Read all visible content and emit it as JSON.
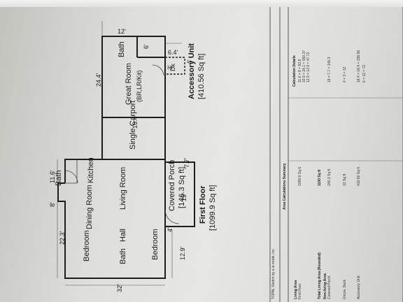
{
  "plan": {
    "floor_title": "First Floor",
    "floor_area": "[1099.9 Sq ft]",
    "porch_title": "Covered Porch",
    "porch_area": "[146.3 Sq ft]",
    "accessory_title": "Accessory Unit",
    "accessory_area": "[410.56 Sq ft]",
    "rooms": {
      "bath_top": "Bath",
      "kitchen": "Kitchen",
      "dining": "Dining Room",
      "living": "Living Room",
      "bedroom_left": "Bedroom",
      "hall": "Hall",
      "bath_left": "Bath",
      "bedroom_bottom": "Bedroom",
      "carport": "Single Carport",
      "great_room": "Great Room",
      "great_room_sub": "(BR,LR/Kit)",
      "bath_acc": "Bath",
      "deck": "Dk"
    },
    "dims": {
      "d11_6": "11.6'",
      "d8": "8'",
      "d22_3": "22.3'",
      "d32": "32'",
      "d12_9": "12.9'",
      "d4": "4'",
      "d19": "19'",
      "d7_7": "7.7'",
      "d18_4": "18.4'",
      "d24_4": "24.4'",
      "d12": "12'",
      "d6": "6'",
      "d6_4": "6.4'",
      "d4b": "4'",
      "d3": "3'"
    }
  },
  "summary": {
    "title": "Area Calculations Summary",
    "source": "TOPAL Sketch by a la mode, inc.",
    "col_calc": "Calculation Details",
    "rows": [
      {
        "name": "Living Area",
        "bold": true,
        "value": "",
        "calc": ""
      },
      {
        "name": "First Floor",
        "bold": false,
        "value": "1099.9 Sq ft",
        "calc": "11.6 × 8 = 92.8"
      },
      {
        "name": "",
        "bold": false,
        "value": "",
        "calc": "33.9 × 28.1 = 950.37"
      },
      {
        "name": "",
        "bold": false,
        "value": "",
        "calc": "12.9 × 12.9 = 47.73"
      },
      {
        "name": "Total Living Area (Rounded):",
        "bold": true,
        "value": "1100 Sq ft",
        "calc": ""
      },
      {
        "name": "Non-living Area",
        "bold": true,
        "value": "",
        "calc": ""
      },
      {
        "name": "Covered Porch",
        "bold": false,
        "value": "146.3 Sq ft",
        "calc": "19 × 7.7 = 146.3"
      },
      {
        "name": "Uncov. Deck",
        "bold": false,
        "value": "12 Sq ft",
        "calc": "4 × 3 = 12"
      },
      {
        "name": "Accessory Unit",
        "bold": false,
        "value": "410.56 Sq ft",
        "calc": "18.4 × 18.4 = 338.56"
      },
      {
        "name": "",
        "bold": false,
        "value": "",
        "calc": "6 × 12 = 72"
      }
    ]
  }
}
